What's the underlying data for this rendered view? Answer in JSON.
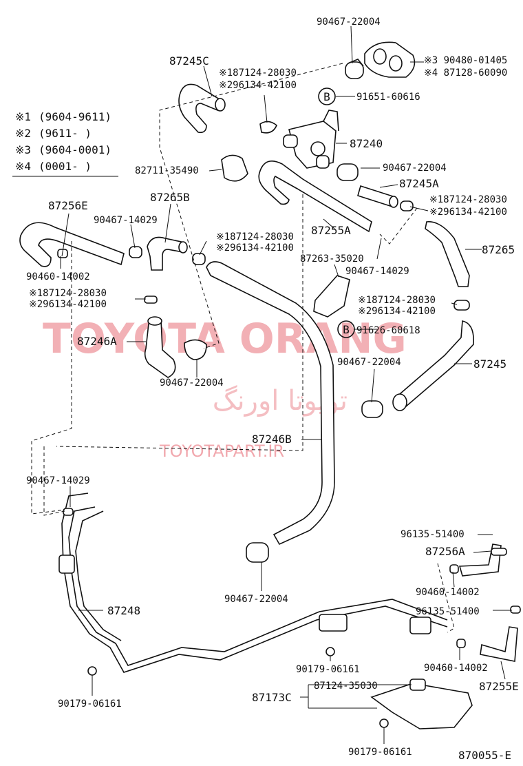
{
  "legend": [
    {
      "mark": "※1",
      "range": "(9604-9611)"
    },
    {
      "mark": "※2",
      "range": "(9611-      )"
    },
    {
      "mark": "※3",
      "range": "(9604-0001)"
    },
    {
      "mark": "※4",
      "range": "(0001-      )"
    }
  ],
  "labels": {
    "l01": "90467-22004",
    "l02": "※3 90480-01405",
    "l03": "※4 87128-60090",
    "l04": "87245C",
    "l05": "※187124-28030",
    "l06": "※296134-42100",
    "l07": "91651-60616",
    "l08": "87240",
    "l09": "82711-35490",
    "l10": "90467-22004",
    "l11": "87245A",
    "l12": "※187124-28030",
    "l13": "※296134-42100",
    "l14": "87256E",
    "l15": "87265B",
    "l16": "90467-14029",
    "l17": "87255A",
    "l18": "※187124-28030",
    "l19": "※296134-42100",
    "l20": "87265",
    "l21": "87263-35020",
    "l22": "90467-14029",
    "l23": "90460-14002",
    "l24": "※187124-28030",
    "l25": "※296134-42100",
    "l26": "※187124-28030",
    "l27": "※296134-42100",
    "l28": "87246A",
    "l29": "91626-60618",
    "l30": "90467-22004",
    "l31": "87245",
    "l32": "90467-22004",
    "l33": "87246B",
    "l34": "90467-14029",
    "l35": "96135-51400",
    "l36": "87256A",
    "l37": "90467-22004",
    "l38": "90460-14002",
    "l39": "87248",
    "l40": "96135-51400",
    "l41": "90179-06161",
    "l42": "90460-14002",
    "l43": "90179-06161",
    "l44": "87173C",
    "l45": "87124-35030",
    "l46": "87255E",
    "l47": "90179-06161",
    "l48": "870055-E"
  },
  "callouts": {
    "b1": "B",
    "b2": "B"
  },
  "watermark": {
    "brand": "TOYOTA ORANG",
    "persian": "تویوتا اورنگ",
    "site": "TOYOTAPART.IR"
  }
}
